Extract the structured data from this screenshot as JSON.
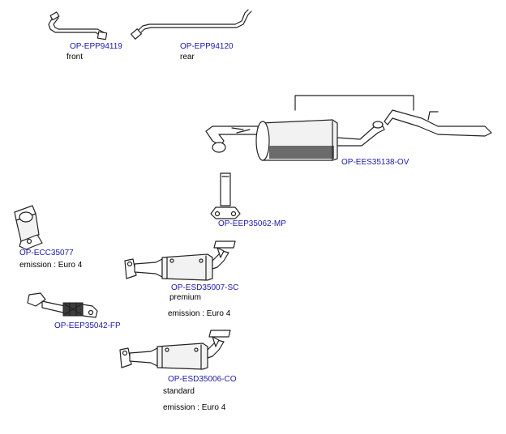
{
  "parts": {
    "front_pipe": {
      "code": "OP-EPP94119",
      "note": "front"
    },
    "rear_pipe": {
      "code": "OP-EPP94120",
      "note": "rear"
    },
    "silencer": {
      "code": "OP-EES35138-OV"
    },
    "mounting_pipe": {
      "code": "OP-EEP35062-MP"
    },
    "catalyst": {
      "code": "OP-ECC35077",
      "emission_label": "emission : Euro 4"
    },
    "flex_pipe": {
      "code": "OP-EEP35042-FP"
    },
    "dpf_premium": {
      "code": "OP-ESD35007-SC",
      "note": "premium",
      "emission_label": "emission : Euro 4"
    },
    "dpf_standard": {
      "code": "OP-ESD35006-CO",
      "note": "standard",
      "emission_label": "emission : Euro 4"
    }
  }
}
